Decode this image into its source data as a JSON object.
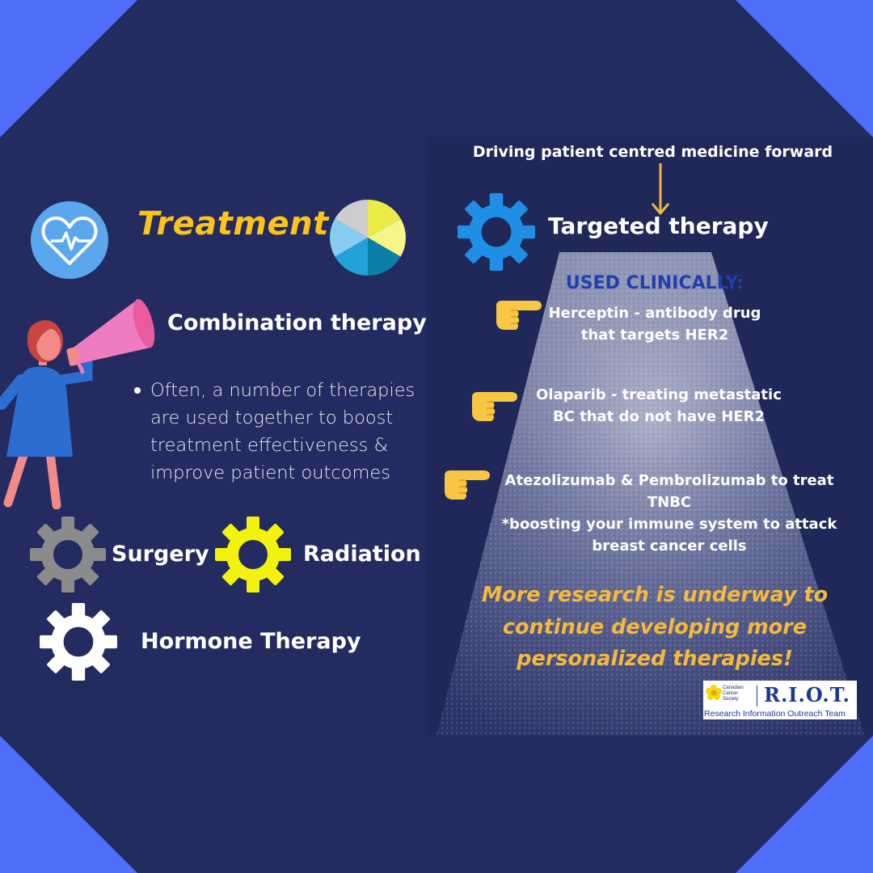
{
  "colors": {
    "background_outer": "#4f6ffa",
    "background_inner": "#222a5e",
    "treatment_title": "#fcc419",
    "used_clinically": "#1f3fae",
    "research_text": "#f4b93e",
    "hand_pointer": "#f7c744",
    "gear_blue": "#1f8fe5",
    "gear_gray": "#8b8b8b",
    "gear_yellow": "#f2f20d",
    "gear_white": "#ffffff"
  },
  "left": {
    "title": "Treatment",
    "combination": {
      "heading": "Combination therapy",
      "bullets": [
        "Often, a number of therapies are used together to boost treatment effectiveness & improve patient outcomes"
      ]
    },
    "gears": {
      "surgery": "Surgery",
      "radiation": "Radiation",
      "hormone": "Hormone Therapy"
    }
  },
  "right": {
    "driving": "Driving patient centred  medicine forward",
    "targeted": "Targeted therapy",
    "used_clinically": "USED CLINICALLY:",
    "drugs": [
      {
        "line1": "Herceptin - antibody drug",
        "line2": "that  targets HER2"
      },
      {
        "line1": "Olaparib  - treating metastatic",
        "line2": "BC that do not have HER2"
      },
      {
        "line1": "Atezolizumab & Pembrolizumab to treat",
        "line2": "TNBC",
        "line3": "*boosting your immune system to attack",
        "line4": "breast cancer cells"
      }
    ],
    "research": {
      "line1": "More research is underway to",
      "line2": "continue developing more",
      "line3": "personalized therapies!"
    }
  },
  "logo": {
    "society_line1": "Canadian",
    "society_line2": "Cancer",
    "society_line3": "Society",
    "name": "R.I.O.T.",
    "subtitle": "Research Information Outreach Team"
  }
}
